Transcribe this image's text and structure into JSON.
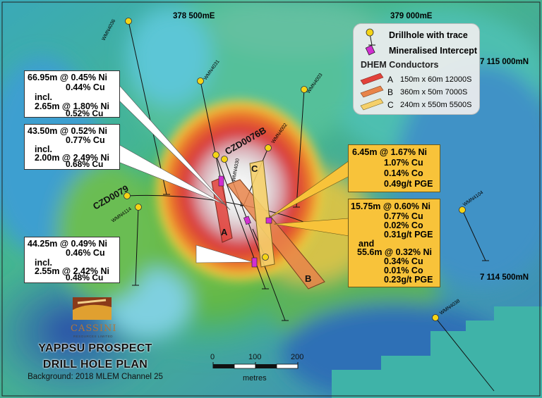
{
  "coords": {
    "e1": "378 500mE",
    "e2": "379 000mE",
    "n1": "7 115 000mN",
    "n2": "7 114 500mN"
  },
  "legend": {
    "drillhole": "Drillhole with trace",
    "intercept": "Mineralised Intercept",
    "dhem_title": "DHEM Conductors",
    "items": [
      {
        "letter": "A",
        "desc": "150m x 60m 12000S",
        "color": "#e2413a"
      },
      {
        "letter": "B",
        "desc": "360m x 50m 7000S",
        "color": "#e8844a"
      },
      {
        "letter": "C",
        "desc": "240m x 550m 5500S",
        "color": "#f5d06a"
      }
    ]
  },
  "holes": {
    "czd0076b": "CZD0076B",
    "czd0079": "CZD0079",
    "wmn4036": "WMN4036",
    "wmn4031": "WMN4031",
    "wmn4003": "WMN4003",
    "wmn4002": "WMN4002",
    "wmn4030": "WMN4030",
    "wmn4114": "WMN4114",
    "wmn4104": "WMN4104",
    "wmn4038": "WMN4038"
  },
  "plate_labels": {
    "a": "A",
    "b": "B",
    "c": "C"
  },
  "boxes": {
    "box1": {
      "l1": "66.95m @ 0.45%  Ni",
      "l2": "0.44% Cu",
      "l3": "incl.",
      "l4": "2.65m @ 1.80%  Ni",
      "l5": "0.52% Cu"
    },
    "box2": {
      "l1": "43.50m @ 0.52%  Ni",
      "l2": "0.77% Cu",
      "l3": "incl.",
      "l4": "2.00m @ 2.49%  Ni",
      "l5": "0.68% Cu"
    },
    "box3": {
      "l1": "44.25m @ 0.49%  Ni",
      "l2": "0.46% Cu",
      "l3": "incl.",
      "l4": "2.55m @ 2.42%  Ni",
      "l5": "0.48% Cu"
    },
    "box4": {
      "l1": "6.45m @ 1.67%  Ni",
      "l2": "1.07% Cu",
      "l3": "0.14% Co",
      "l4": "0.49g/t PGE"
    },
    "box5": {
      "l1": "15.75m @ 0.60%  Ni",
      "l2": "0.77% Cu",
      "l3": "0.02% Co",
      "l4": "0.31g/t PGE",
      "l5": "and",
      "l6": "55.6m @ 0.32%  Ni",
      "l7": "0.34% Cu",
      "l8": "0.01% Co",
      "l9": "0.23g/t PGE"
    }
  },
  "scale": {
    "t0": "0",
    "t1": "100",
    "t2": "200",
    "unit": "metres"
  },
  "logo": {
    "name": "CASSINI",
    "sub": "RESOURCES LIMITED"
  },
  "title": {
    "line1": "YAPPSU PROSPECT",
    "line2": "DRILL HOLE PLAN",
    "line3": "Background: 2018 MLEM Channel 25"
  }
}
